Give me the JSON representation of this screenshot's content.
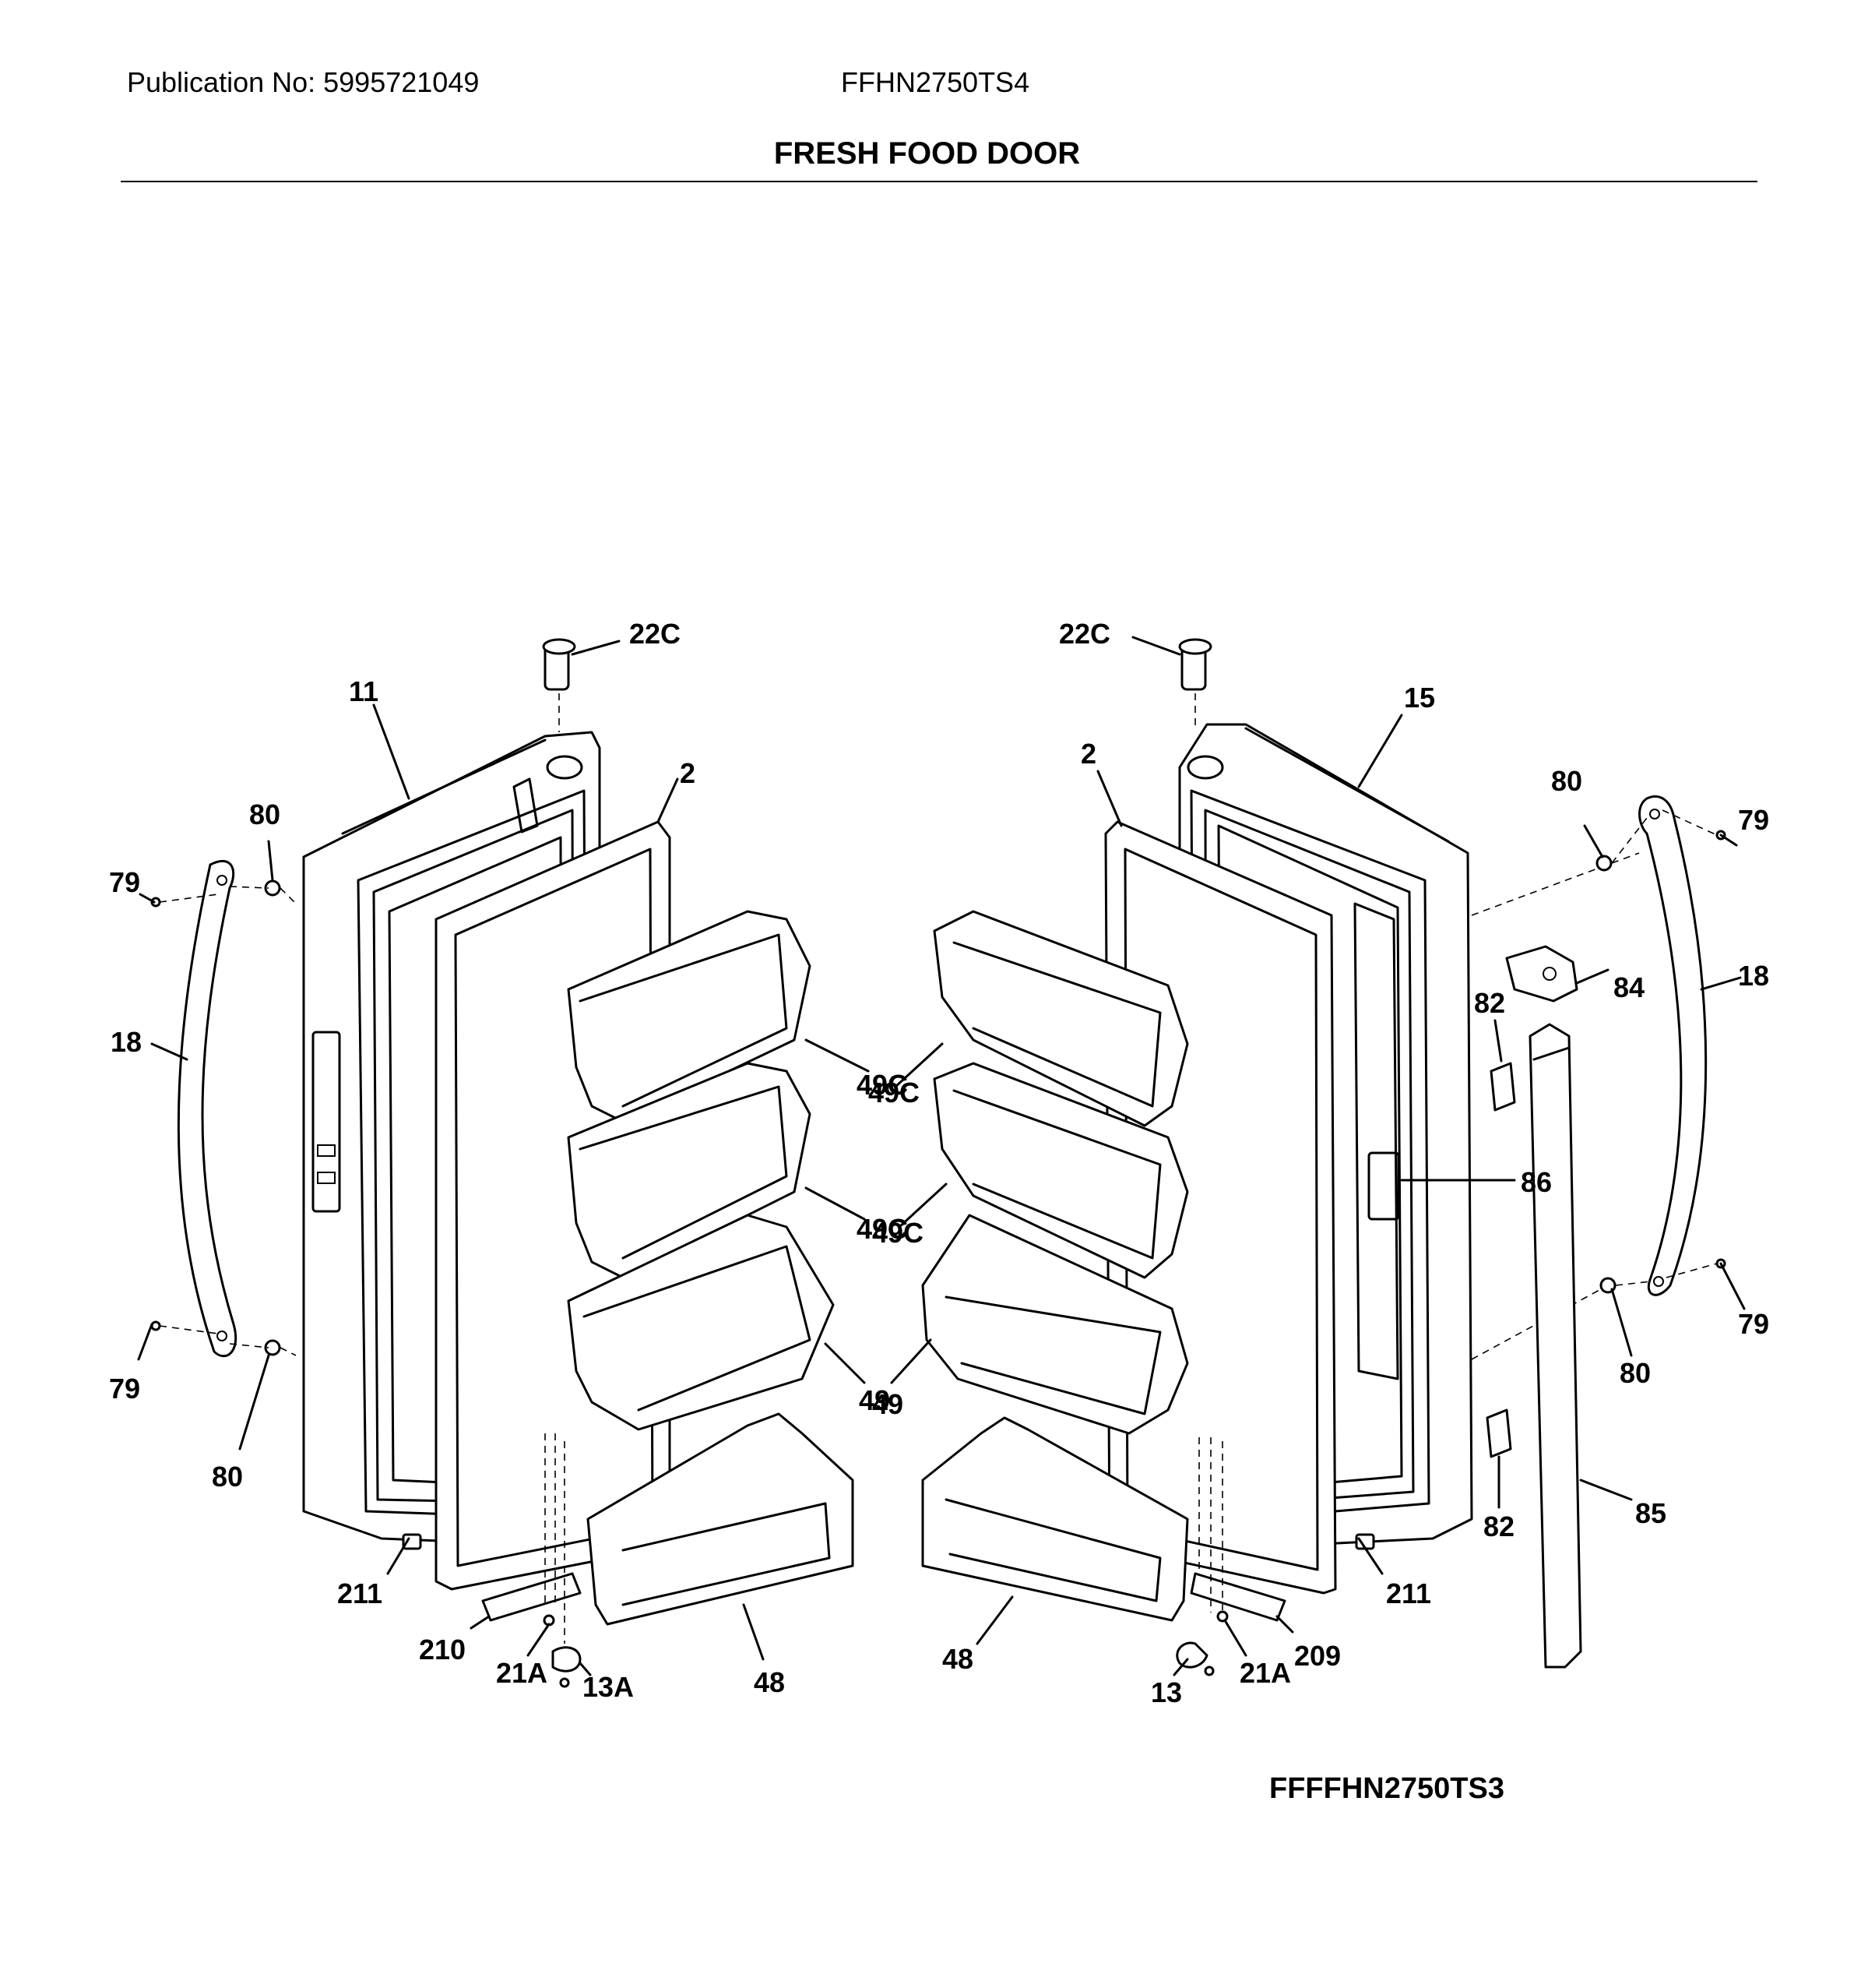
{
  "header": {
    "publication": "Publication No: 5995721049",
    "model": "FFHN2750TS4",
    "title": "FRESH FOOD DOOR"
  },
  "footer": {
    "diagram_code": "FFFFHN2750TS3"
  },
  "callouts": {
    "l22c": "22C",
    "l11": "11",
    "l2": "2",
    "l80a": "80",
    "l79a": "79",
    "l18": "18",
    "l49ca": "49C",
    "l49cb": "49C",
    "l49": "49",
    "l79b": "79",
    "l80b": "80",
    "l211": "211",
    "l210": "210",
    "l21a": "21A",
    "l13a": "13A",
    "l48": "48",
    "r22c": "22C",
    "r2": "2",
    "r15": "15",
    "r80a": "80",
    "r79a": "79",
    "r84": "84",
    "r18": "18",
    "r82a": "82",
    "r49ca": "49C",
    "r49cb": "49C",
    "r86": "86",
    "r49": "49",
    "r80b": "80",
    "r79b": "79",
    "r82b": "82",
    "r85": "85",
    "r211": "211",
    "r48": "48",
    "r209": "209",
    "r21a": "21A",
    "r13": "13"
  }
}
